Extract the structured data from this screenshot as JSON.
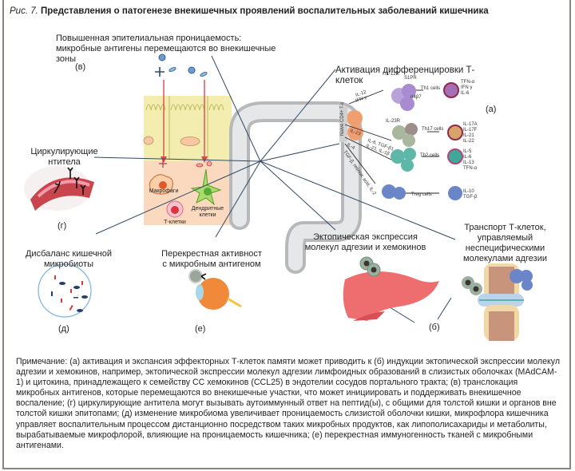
{
  "figure": {
    "number": "Рис. 7.",
    "title": "Представления о патогенезе внекишечных проявлений воспалительных заболеваний кишечника"
  },
  "labels": {
    "epithelial": "Повышенная эпителиальная проницаемость: микробные антигены перемещаются во внекишечные зоны",
    "activation": "Активация дифференцировки Т-клеток",
    "circulating": "Циркулирующие нтитела",
    "dysbalance": "Дисбаланс кишечной микробиоты",
    "cross": "Перекрестная активност с микробным антигеном",
    "ectopic": "Эктопическая экспрессия молекул адгезии и хемокинов",
    "transport": "Транспорт Т-клеток, управляемый неспецифическими молекулами адгезии",
    "macrophages": "Макрофаги",
    "dendritic": "Дендритные клетки",
    "tcells": "Т-клетки",
    "naive": "Naive CD4+ T-c"
  },
  "tags": {
    "a": "(а)",
    "b": "(б)",
    "v": "(в)",
    "g": "(г)",
    "d": "(д)",
    "e": "(е)"
  },
  "tcell_pathways": [
    {
      "inducers": "IL-12, IFN γ",
      "receptors": "IL-12R, S1PR, α4β7",
      "cell": "Th1 cells",
      "cytokines": [
        "TFN-α",
        "IFN γ",
        "IL-6"
      ]
    },
    {
      "inducers": "IL-23; IL-6, TGF-β1, IL-21, IL-1β",
      "receptors": "IL-23R",
      "cell": "Th17 cells",
      "cytokines": [
        "IL-17A",
        "IL-17F",
        "IL-21",
        "IL-22"
      ]
    },
    {
      "inducers": "IL-4",
      "receptors": "",
      "cell": "Th2 cells",
      "cytokines": [
        "IL-5",
        "IL-6",
        "IL-13",
        "TFN-α"
      ]
    },
    {
      "inducers": "TGF-β, retinoic acid, IL-2",
      "receptors": "",
      "cell": "Treg cells",
      "cytokines": [
        "IL-10",
        "TGF-β"
      ]
    }
  ],
  "note": "Примечание: (а) активация и экспансия эффекторных Т-клеток памяти может приводить к (б) индукции эктопической экспрессии молекул адгезии и хемокинов, например, эктопической экспрессии молекул адгезии лимфоидных образований в слизистых оболочках (MAdCAM-1) и цитокина, принадлежащего к семейству CC хемокинов (CCL25) в эндотелии сосудов портального тракта; (в) транслокация микробных антигенов, которые перемещаются во внекишечные участки, что может инициировать и поддерживать внекишечное воспаление; (г) циркулирующие антитела могут вызывать аутоиммунный ответ на пептид(ы), с общими для толстой кишки и органов вне толстой кишки эпитопами; (д) изменение микробиома увеличивает проницаемость слизистой оболочки кишки, микрофлора кишечника управляет воспалительным процессом дистанционно посредством таких микробных продуктов, как липополисахариды и метаболиты, вырабатываемые микрофлорой, влияющие на проницаемость кишечника; (е) перекрестная иммуногенность тканей с микробными антигенами.",
  "colors": {
    "frame": "#8a8580",
    "line": "#2f4a63",
    "colon": "#d9dadc",
    "epithelium": "#f3eeb0",
    "lamina": "#fbd9bf",
    "arrow_red": "#e0474c",
    "liver": "#ee6e70",
    "eye": "#f08a3a"
  }
}
